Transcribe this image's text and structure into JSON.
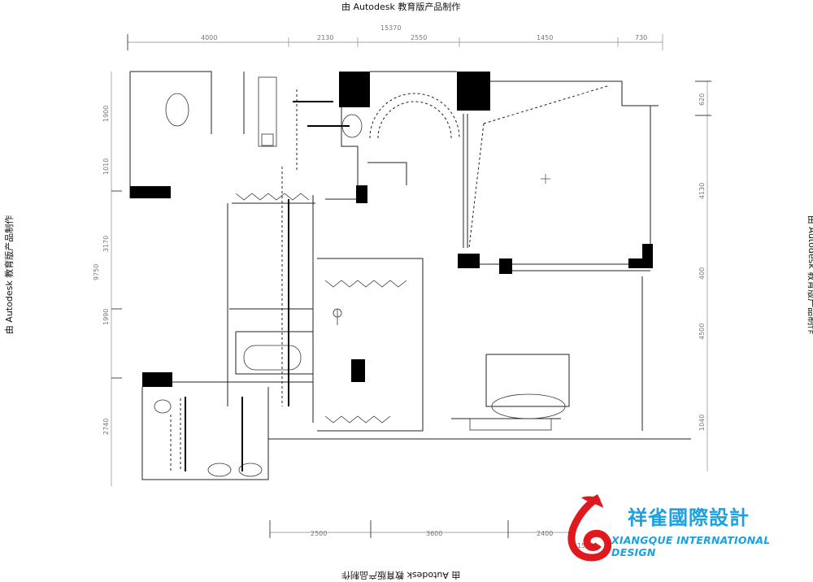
{
  "watermark": "由 Autodesk 教育版产品制作",
  "dimensions": {
    "top_total": "15370",
    "top": [
      "4000",
      "2130",
      "2550",
      "1450",
      "730"
    ],
    "left_total": "9750",
    "left": [
      "1900",
      "1010",
      "3170",
      "1990",
      "2740"
    ],
    "right": [
      "620",
      "4130",
      "400",
      "4500",
      "1040"
    ],
    "bottom": [
      "2500",
      "3600",
      "2400",
      "1535"
    ]
  },
  "logo": {
    "name_cn": "祥雀國際設計",
    "name_en": "XIANGQUE INTERNATIONAL DESIGN",
    "red": "#e0191f",
    "blue": "#1ba0e0"
  }
}
